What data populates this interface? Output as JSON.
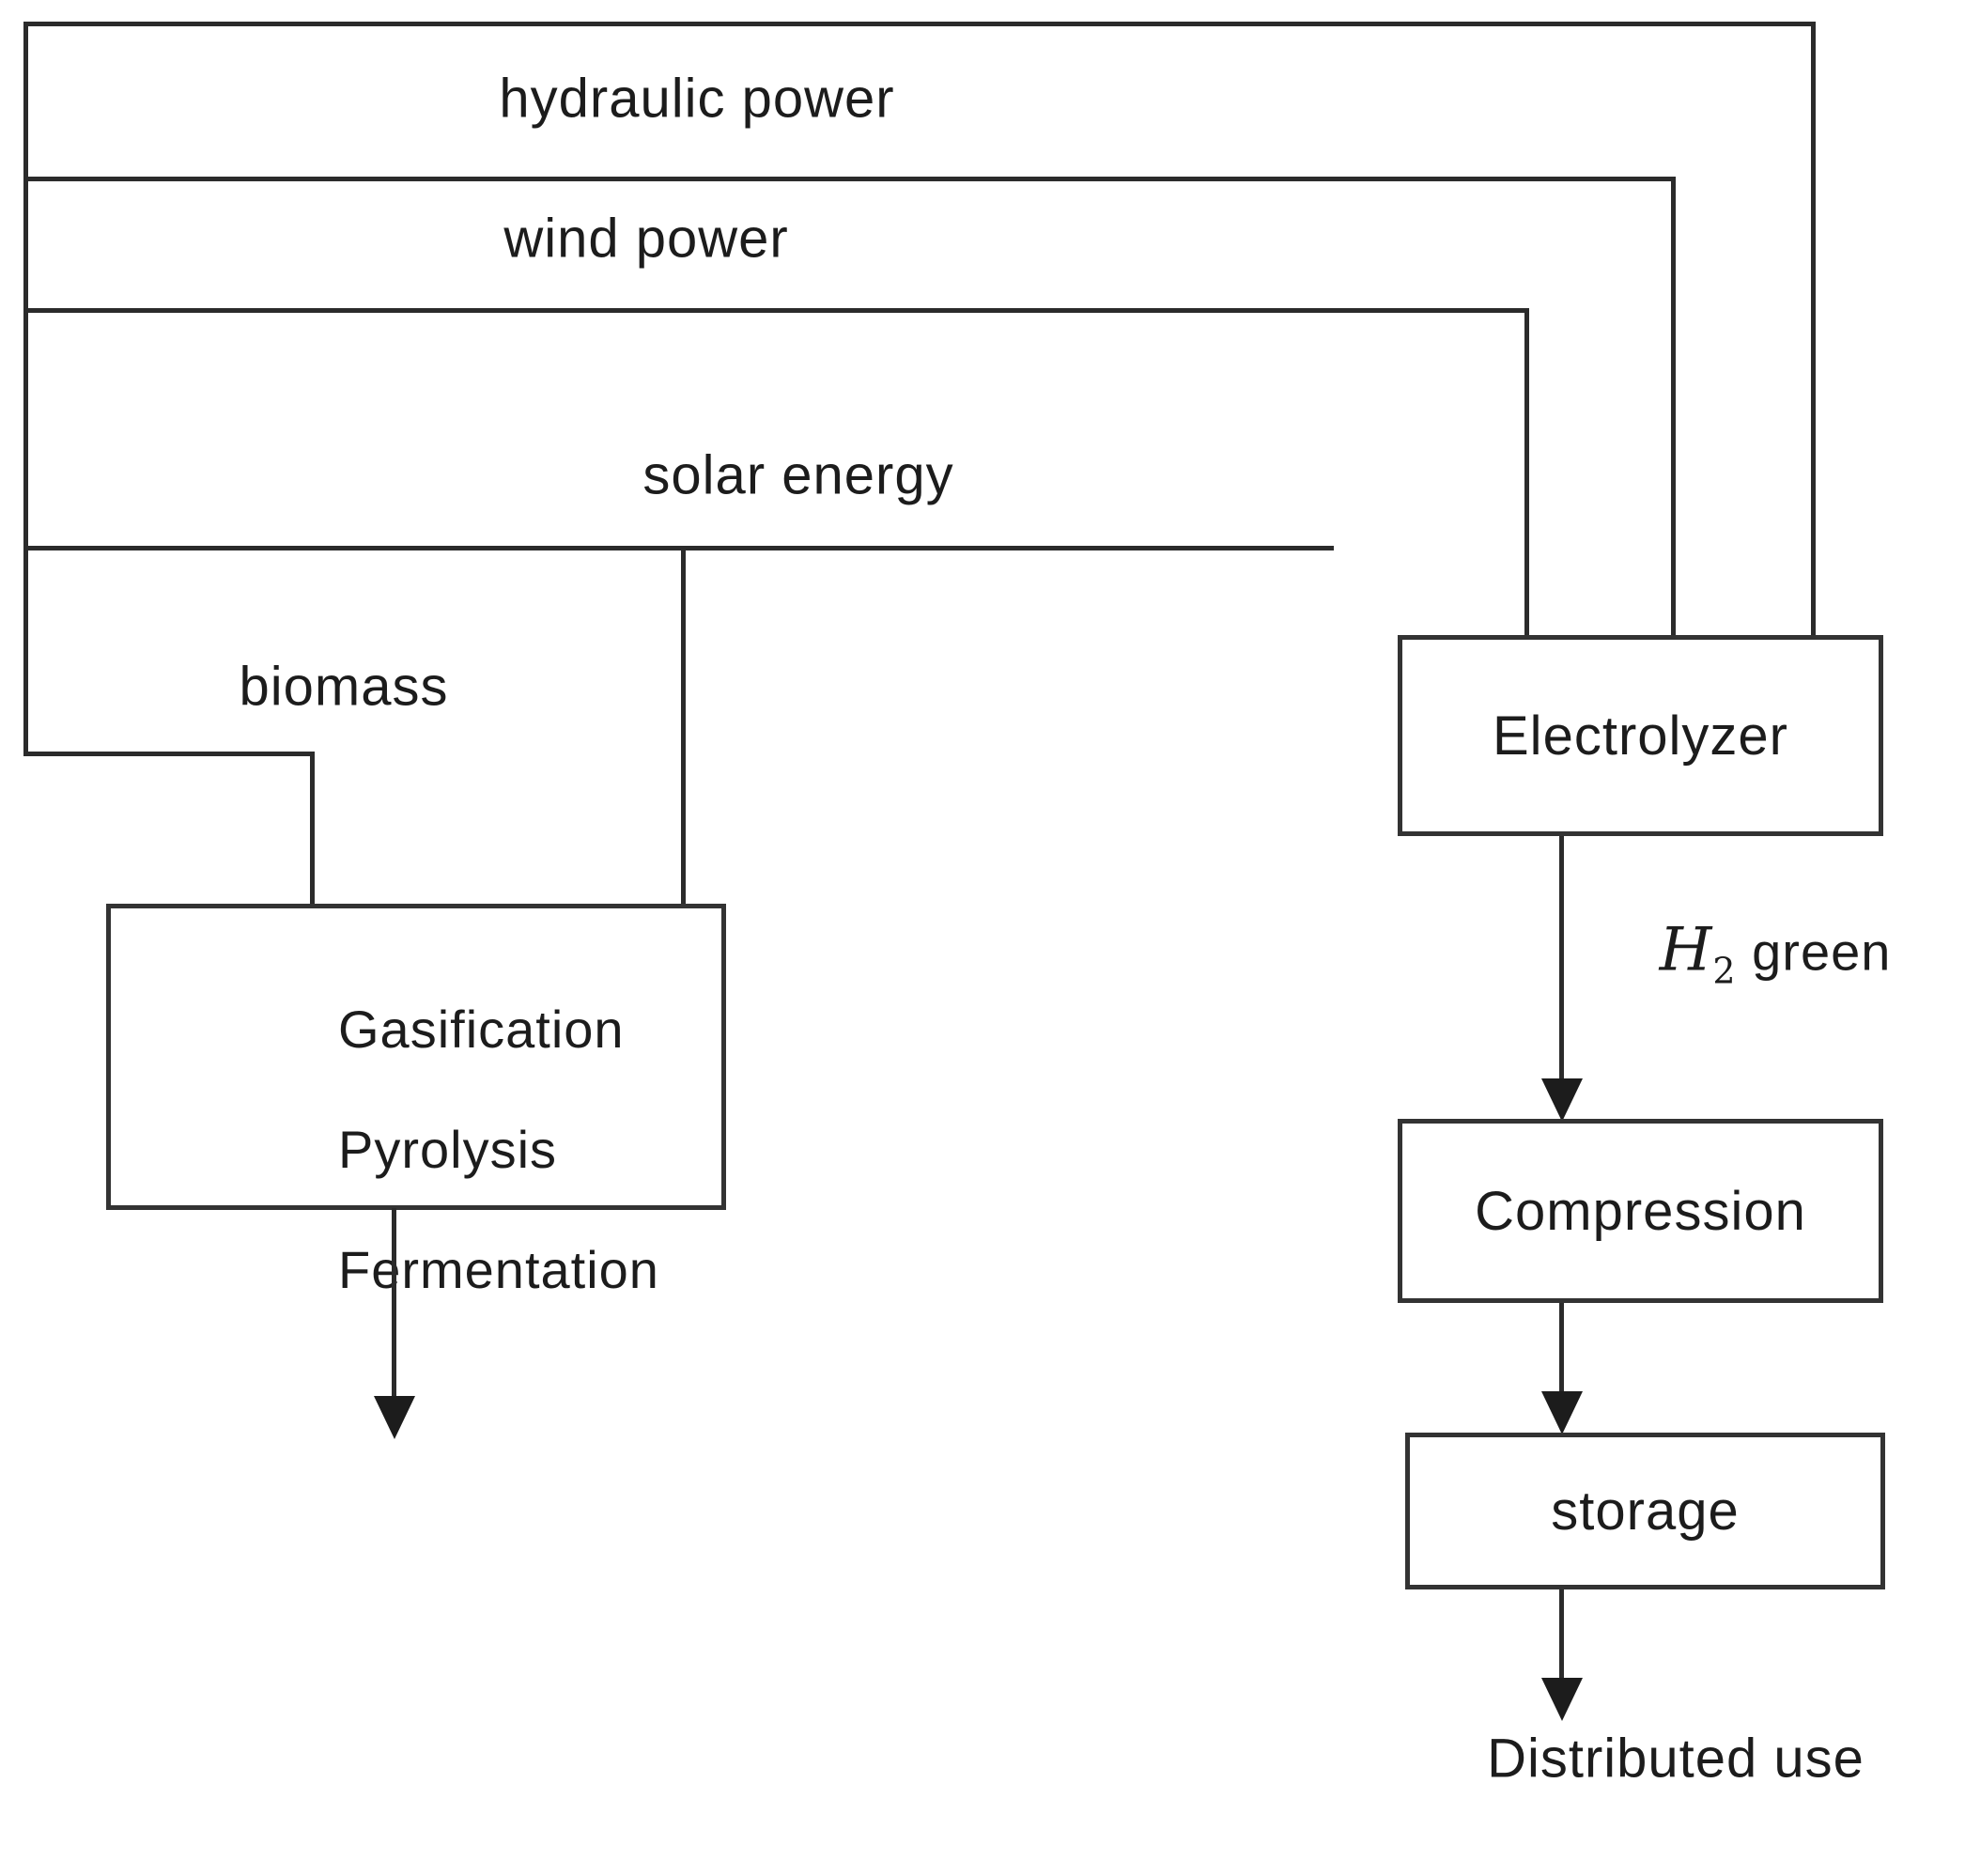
{
  "diagram": {
    "title_hint": "green hydrogen production flow diagram",
    "colors": {
      "background": "#ffffff",
      "line": "#2b2b2b",
      "box_border": "#333333",
      "text": "#1c1c1c"
    },
    "sources": {
      "hydraulic": "hydraulic power",
      "wind": "wind power",
      "solar": "solar energy",
      "biomass": "biomass"
    },
    "process_box": {
      "lines": [
        "Gasification",
        "Pyrolysis",
        "Fermentation"
      ]
    },
    "electrolyzer_label": "Electrolyzer",
    "h2_label": {
      "symbol": "H",
      "subscript": "2",
      "suffix": " green"
    },
    "compression_label": "Compression",
    "storage_label": "storage",
    "distributed_use_label": "Distributed use"
  }
}
